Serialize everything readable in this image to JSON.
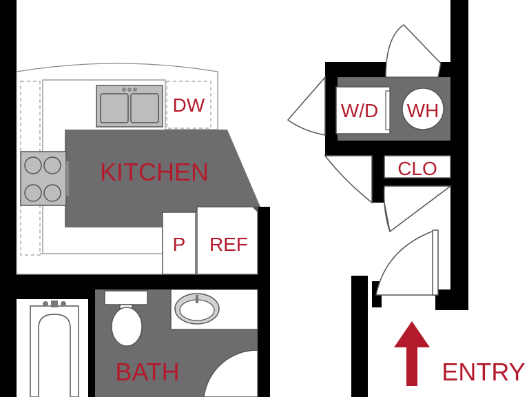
{
  "rooms": {
    "kitchen": "KITCHEN",
    "bath": "BATH",
    "dishwasher": "DW",
    "pantry": "P",
    "refrigerator": "REF",
    "washer_dryer": "W/D",
    "water_heater": "WH",
    "closet": "CLO",
    "entry": "ENTRY"
  },
  "colors": {
    "label": "#b31b2c",
    "wall": "#000000",
    "floor": "#6d6d6f",
    "arrow": "#b31b2c"
  },
  "icons": {
    "entry_arrow": "arrow-up-icon",
    "sink": "double-sink-icon",
    "stove": "cooktop-icon",
    "toilet": "toilet-icon",
    "lavatory": "lavatory-sink-icon",
    "tub": "bathtub-icon"
  }
}
